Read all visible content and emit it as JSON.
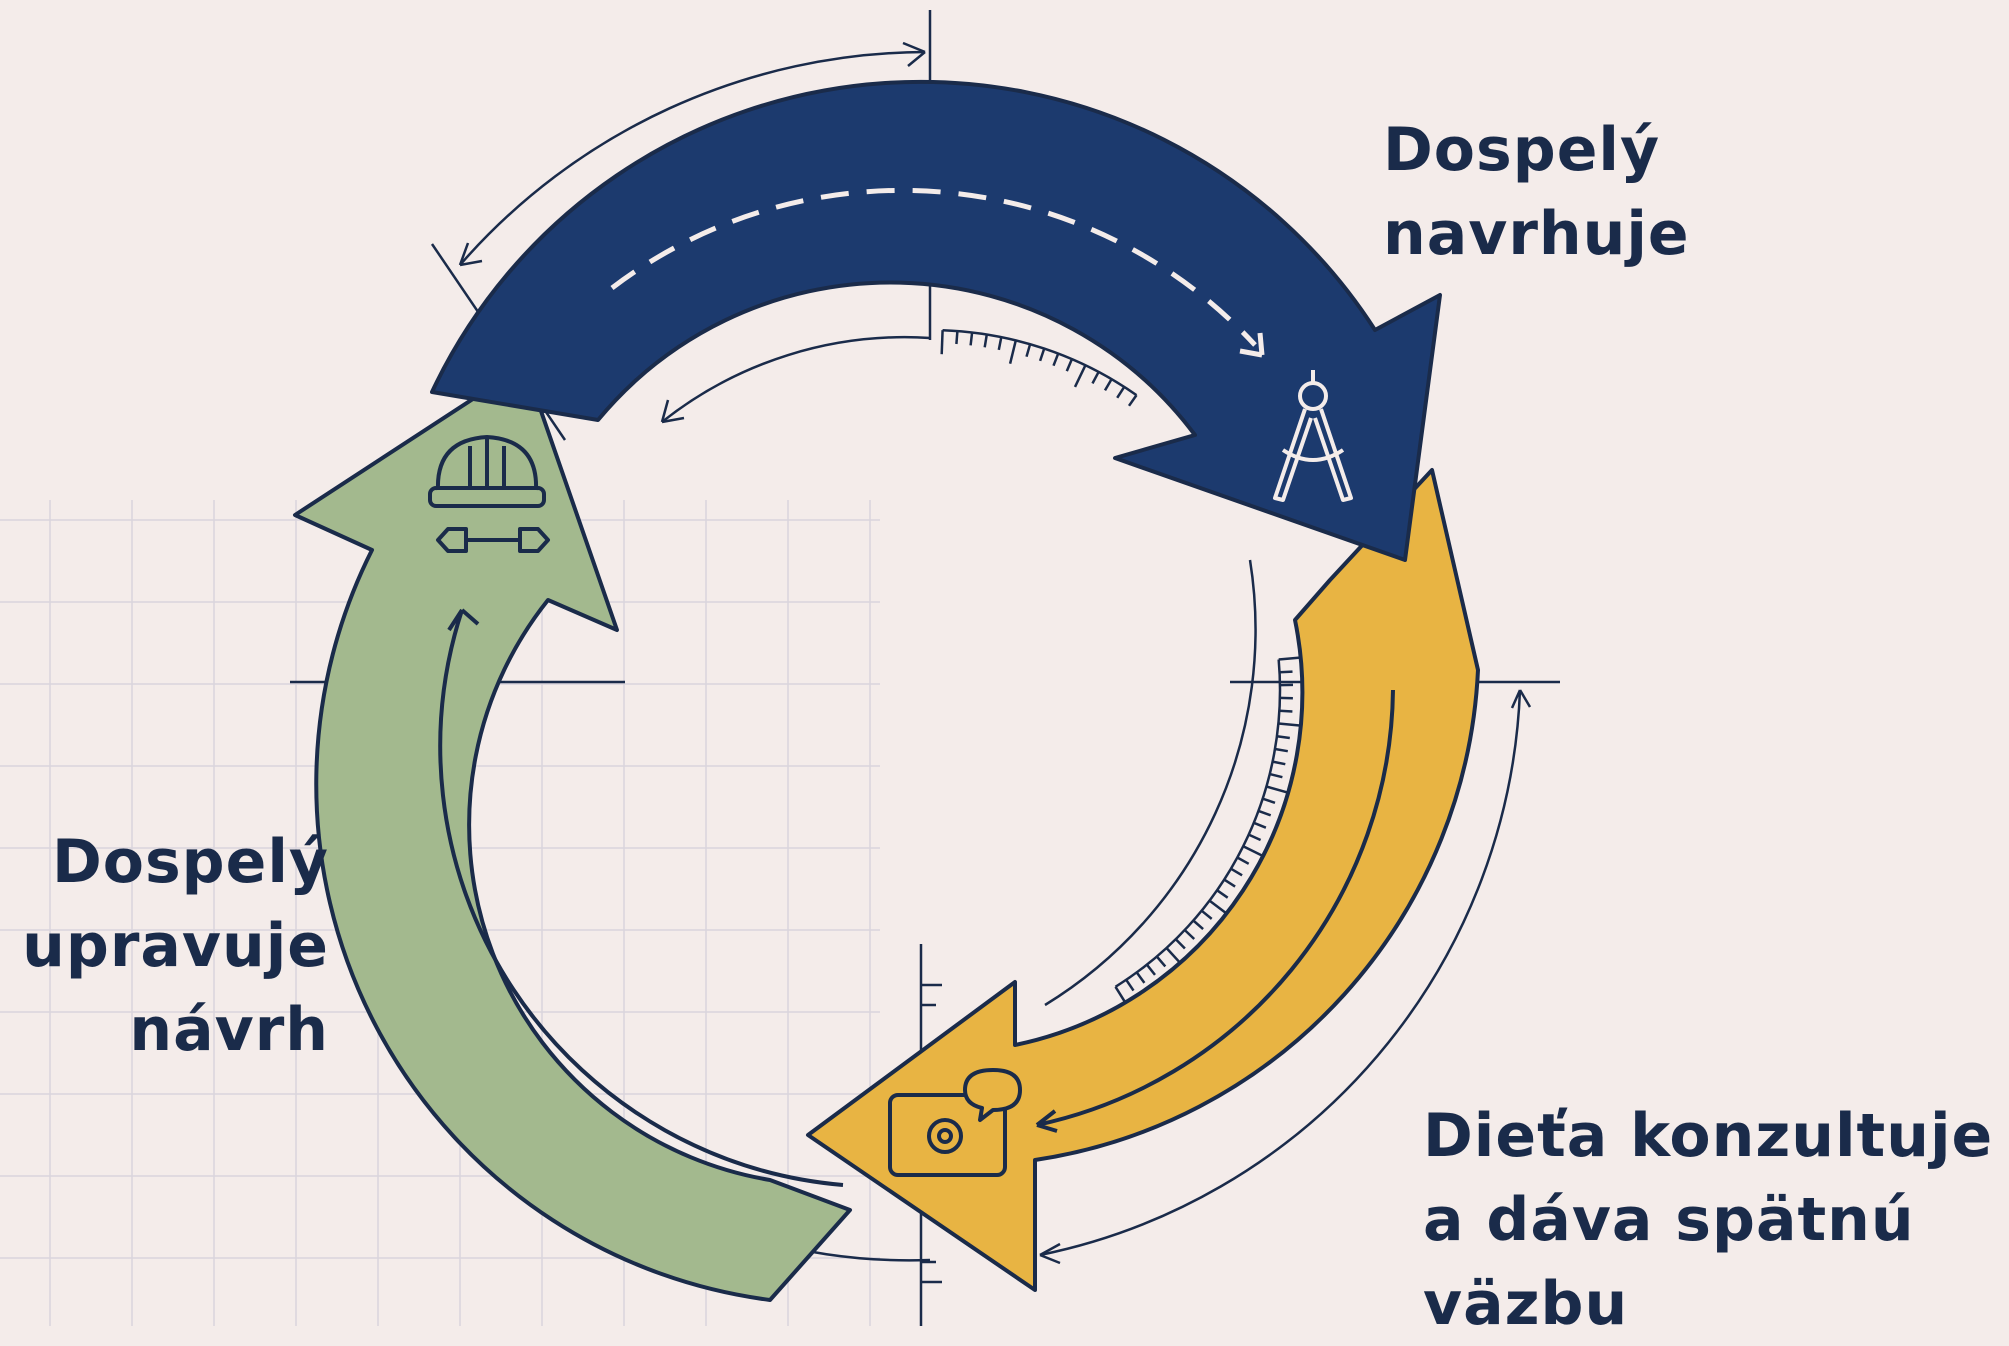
{
  "colors": {
    "background": "#f4ecea",
    "ink": "#1a2b4a",
    "navy": "#1c3a6e",
    "gold": "#e8b443",
    "sage": "#a3b98e",
    "grid": "#dad6dc"
  },
  "stages": [
    {
      "lines": [
        "Dospelý",
        "navrhuje"
      ],
      "color": "navy",
      "icon": "drafting-compass-icon"
    },
    {
      "lines": [
        "Dieťa konzultuje",
        "a dáva spätnú",
        "väzbu"
      ],
      "color": "gold",
      "icon": "blueprint-feedback-icon"
    },
    {
      "lines": [
        "Dospelý",
        "upravuje",
        "návrh"
      ],
      "color": "sage",
      "icon": "hardhat-wrench-icon"
    }
  ]
}
